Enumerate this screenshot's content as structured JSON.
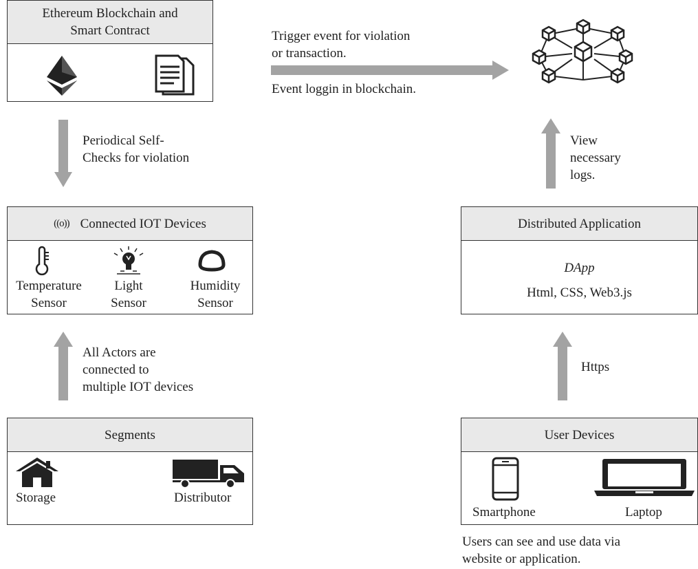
{
  "boxes": {
    "ethereum": {
      "title_line1": "Ethereum Blockchain and",
      "title_line2": "Smart Contract",
      "icons": [
        "ethereum-icon",
        "document-icon"
      ]
    },
    "iot": {
      "title": "Connected IOT Devices",
      "title_icon": "wireless-signal-icon",
      "items": [
        {
          "icon": "thermometer-icon",
          "line1": "Temperature",
          "line2": "Sensor"
        },
        {
          "icon": "light-bulb-icon",
          "line1": "Light",
          "line2": "Sensor"
        },
        {
          "icon": "humidity-icon",
          "line1": "Humidity",
          "line2": "Sensor"
        }
      ]
    },
    "segments": {
      "title": "Segments",
      "items": [
        {
          "icon": "house-icon",
          "label": "Storage"
        },
        {
          "icon": "truck-icon",
          "label": "Distributor"
        }
      ]
    },
    "dapp": {
      "title": "Distributed Application",
      "name": "DApp",
      "tech": "Html, CSS, Web3.js"
    },
    "user_devices": {
      "title": "User Devices",
      "items": [
        {
          "icon": "smartphone-icon",
          "label": "Smartphone"
        },
        {
          "icon": "laptop-icon",
          "label": "Laptop"
        }
      ]
    }
  },
  "arrows": {
    "trigger": {
      "line1": "Trigger event for violation",
      "line2": "or transaction.",
      "below": "Event loggin in blockchain."
    },
    "self_check": {
      "line1": "Periodical Self-",
      "line2": "Checks for violation"
    },
    "actors": {
      "line1": "All Actors are",
      "line2": "connected to",
      "line3": "multiple IOT devices"
    },
    "view_logs": {
      "line1": "View",
      "line2": "necessary",
      "line3": "logs."
    },
    "https": {
      "label": "Https"
    }
  },
  "footer_note": {
    "line1": "Users can see and use data via",
    "line2": "website or application."
  },
  "colors": {
    "arrow": "#a3a3a3",
    "header": "#e9e9e9",
    "border": "#333333",
    "icon": "#222222"
  },
  "network_icon": "blockchain-network-icon"
}
